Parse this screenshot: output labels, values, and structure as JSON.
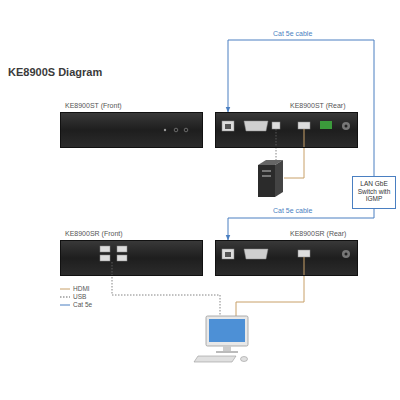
{
  "diagram": {
    "title": "KE8900S Diagram",
    "nodes": [
      {
        "text": [
          "KE8900ST (Front)"
        ]
      },
      {
        "text": [
          "KE8900ST (Rear)"
        ]
      },
      {
        "text": [
          "LAN GbE Switch with IGMP"
        ]
      },
      {
        "text": [
          "KE8900SR (Front)"
        ]
      },
      {
        "text": [
          "KE8900SR (Rear)"
        ]
      }
    ],
    "edges": [
      {
        "from": 2,
        "to": 1,
        "label": "Cat 5e cable",
        "arrow": "to"
      },
      {
        "from": 2,
        "to": 4,
        "label": "Cat 5e cable",
        "arrow": "to"
      }
    ],
    "legend": [
      {
        "text": "HDMI"
      },
      {
        "text": "USB"
      },
      {
        "text": "Cat 5e"
      }
    ]
  }
}
